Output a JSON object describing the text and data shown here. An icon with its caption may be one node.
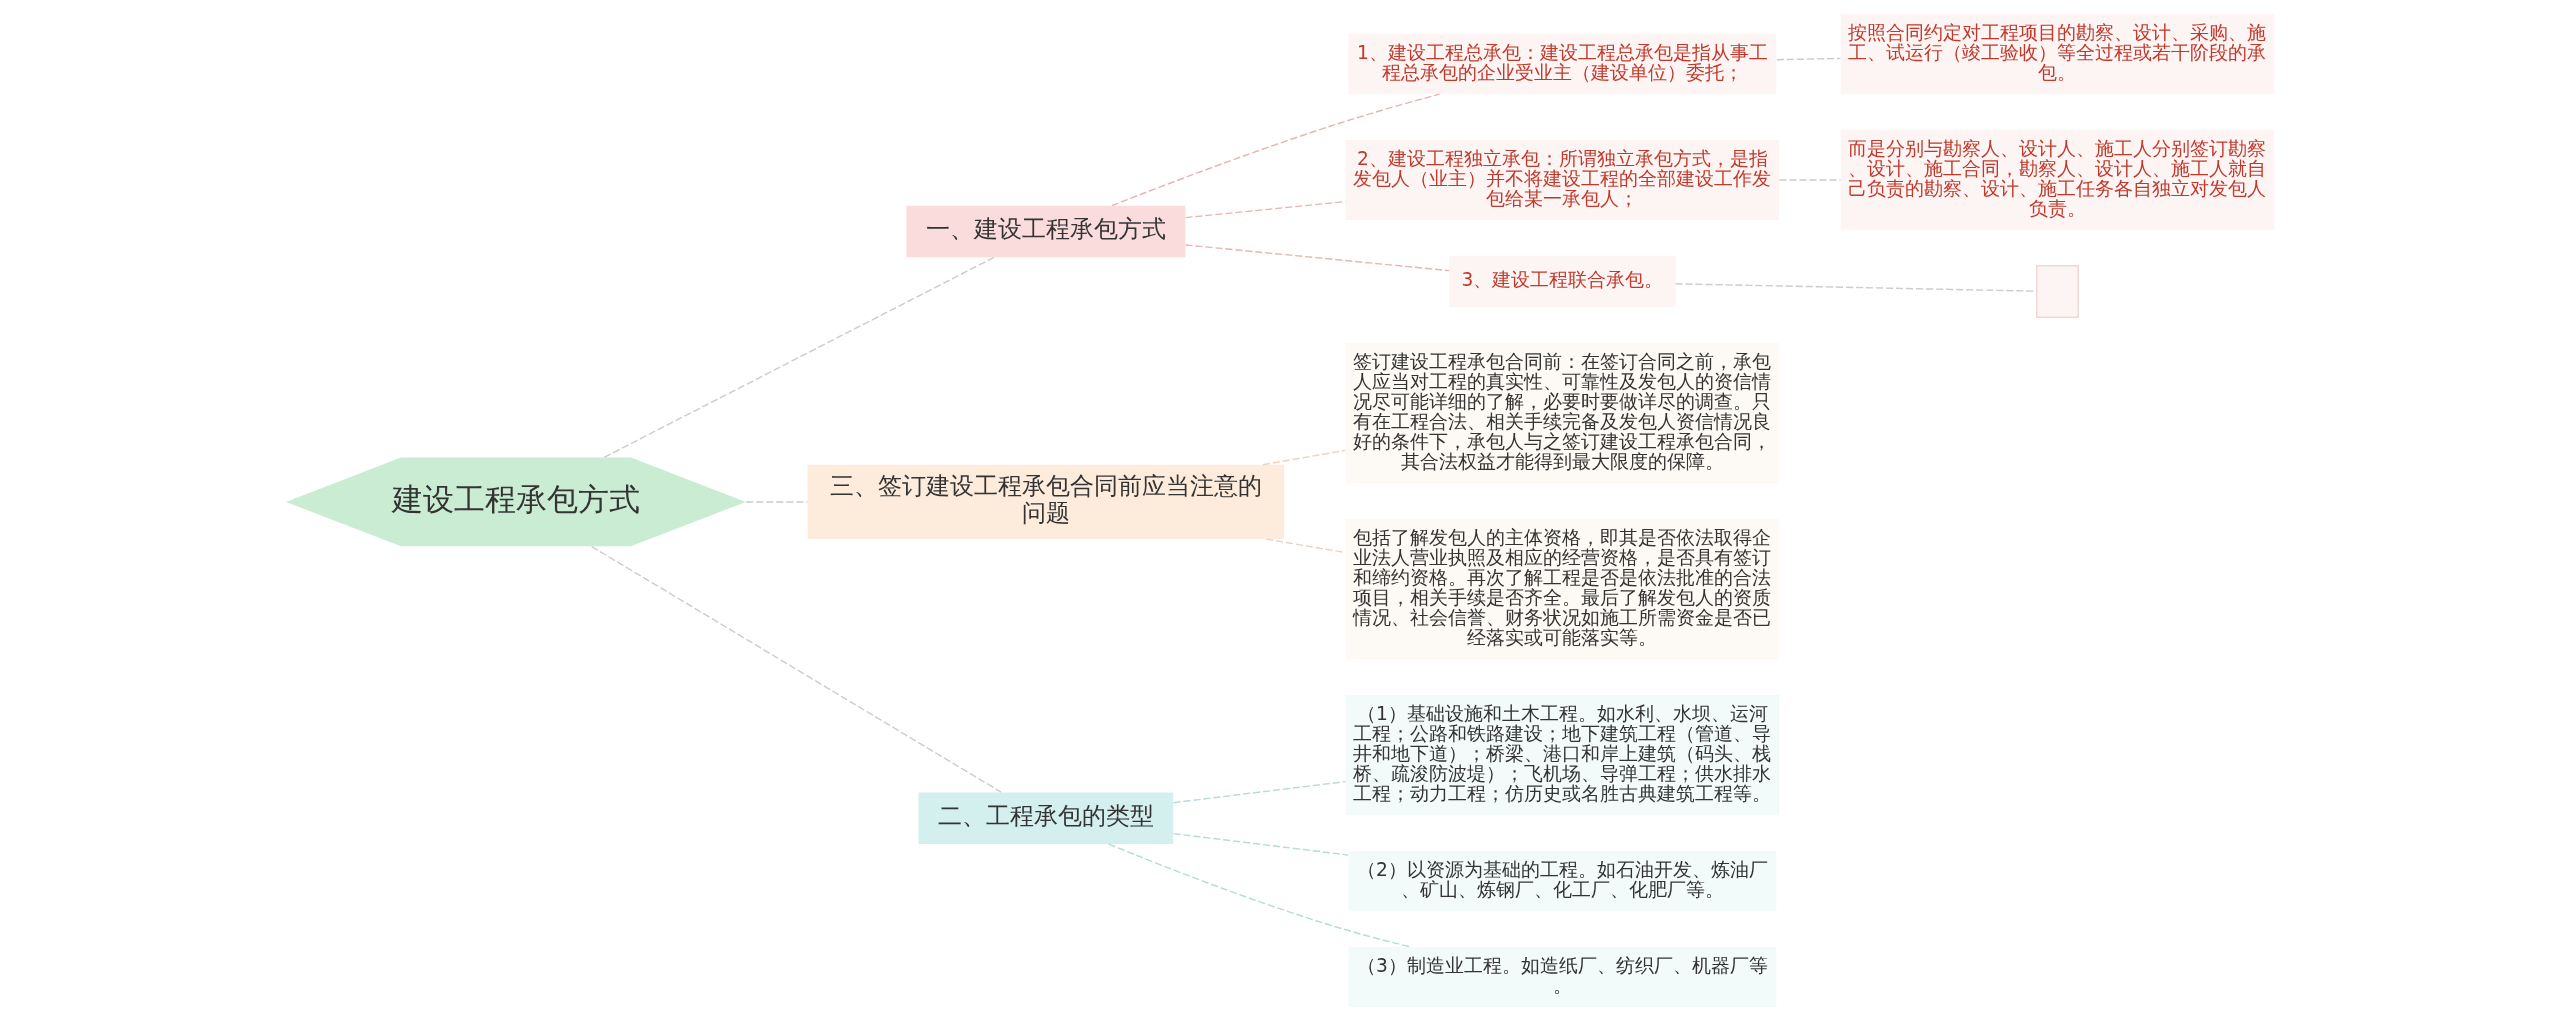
{
  "diagram": {
    "nodes": [
      {
        "text": [
          "建设工程承包方式"
        ]
      },
      {
        "text": [
          "一、建设工程承包方式"
        ]
      },
      {
        "text": [
          "1、建设工程总承包：建设工程总承包是指从事工程总承包的企业受业主（建设单位）委托；"
        ]
      },
      {
        "text": [
          "按照合同约定对工程项目的勘察、设计、采购、施工、试运行（竣工验收）等全过程或若干阶段的承包。"
        ]
      },
      {
        "text": [
          "2、建设工程独立承包：所谓独立承包方式，是指发包人（业主）并不将建设工程的全部建设工作发包给某一承包人；"
        ]
      },
      {
        "text": [
          "而是分别与勘察人、设计人、施工人分别签订勘察、设计、施工合同，勘察人、设计人、施工人就自己负责的勘察、设计、施工任务各自独立对发包人负责。"
        ]
      },
      {
        "text": [
          "3、建设工程联合承包。"
        ]
      },
      {
        "text": [],
        "shape": "box"
      },
      {
        "text": [
          "三、签订建设工程承包合同前应当注意的问题"
        ]
      },
      {
        "text": [
          "签订建设工程承包合同前：在签订合同之前，承包人应当对工程的真实性、可靠性及发包人的资信情况尽可能详细的了解，必要时要做详尽的调查。只有在工程合法、相关手续完备及发包人资信情况良好的条件下，承包人与之签订建设工程承包合同，其合法权益才能得到最大限度的保障。"
        ]
      },
      {
        "text": [
          "包括了解发包人的主体资格，即其是否依法取得企业法人营业执照及相应的经营资格，是否具有签订和缔约资格。再次了解工程是否是依法批准的合法项目，相关手续是否齐全。最后了解发包人的资质情况、社会信誉、财务状况如施工所需资金是否已经落实或可能落实等。"
        ]
      },
      {
        "text": [
          "二、工程承包的类型"
        ]
      },
      {
        "text": [
          "（1）基础设施和土木工程。如水利、水坝、运河工程；公路和铁路建设；地下建筑工程（管道、导井和地下道）；桥梁、港口和岸上建筑（码头、栈桥、疏浚防波堤）；飞机场、导弹工程；供水排水工程；动力工程；仿历史或名胜古典建筑工程等。"
        ]
      },
      {
        "text": [
          "（2）以资源为基础的工程。如石油开发、炼油厂、矿山、炼钢厂、化工厂、化肥厂等。"
        ]
      },
      {
        "text": [
          "（3）制造业工程。如造纸厂、纺织厂、机器厂等。"
        ]
      }
    ],
    "edges": [
      {
        "from": 0,
        "to": 1,
        "arrow": "none",
        "style": "dashed"
      },
      {
        "from": 1,
        "to": 2,
        "arrow": "none",
        "style": "dashed"
      },
      {
        "from": 2,
        "to": 3,
        "arrow": "none",
        "style": "dashed"
      },
      {
        "from": 1,
        "to": 4,
        "arrow": "none",
        "style": "dashed"
      },
      {
        "from": 4,
        "to": 5,
        "arrow": "none",
        "style": "dashed"
      },
      {
        "from": 1,
        "to": 6,
        "arrow": "none",
        "style": "dashed"
      },
      {
        "from": 6,
        "to": 7,
        "arrow": "none",
        "style": "dashed"
      },
      {
        "from": 0,
        "to": 8,
        "arrow": "none",
        "style": "dashed"
      },
      {
        "from": 8,
        "to": 9,
        "arrow": "none",
        "style": "dashed"
      },
      {
        "from": 8,
        "to": 10,
        "arrow": "none",
        "style": "dashed"
      },
      {
        "from": 0,
        "to": 11,
        "arrow": "none",
        "style": "dashed"
      },
      {
        "from": 11,
        "to": 12,
        "arrow": "none",
        "style": "dashed"
      },
      {
        "from": 11,
        "to": 13,
        "arrow": "none",
        "style": "dashed"
      },
      {
        "from": 11,
        "to": 14,
        "arrow": "none",
        "style": "dashed"
      }
    ]
  }
}
